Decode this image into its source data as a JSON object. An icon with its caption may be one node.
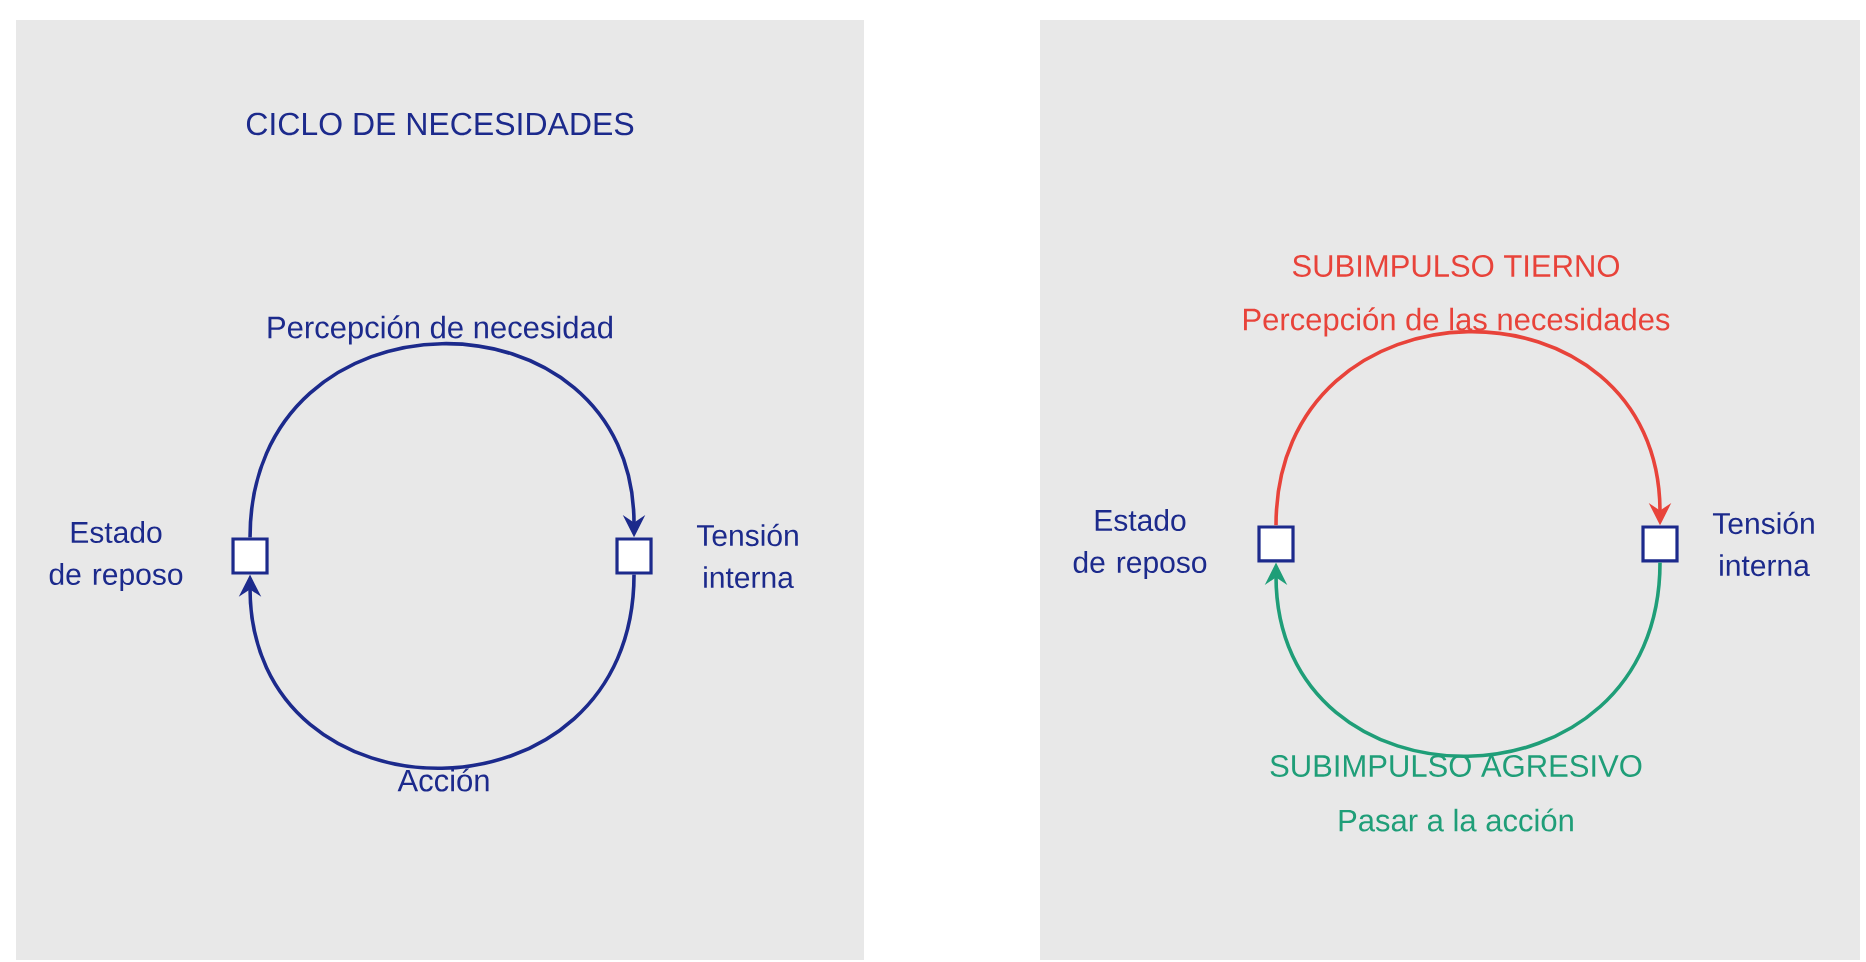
{
  "diagram": {
    "nodes": [
      {
        "text": [
          "CICLO DE NECESIDADES"
        ]
      },
      {
        "text": [],
        "shape": "box",
        "in": 0,
        "beside": [
          "Estado de reposo"
        ]
      },
      {
        "text": [],
        "shape": "box",
        "in": 0,
        "beside": [
          "Tensión interna"
        ]
      },
      {
        "text": [],
        "shape": "box"
      },
      {
        "text": [],
        "shape": "box",
        "in": 3,
        "beside": [
          "Estado de reposo"
        ]
      },
      {
        "text": [],
        "shape": "box",
        "in": 3,
        "beside": [
          "Tensión interna"
        ]
      }
    ],
    "edges": [
      {
        "from": 1,
        "to": 2,
        "arrow": "to",
        "label": "Percepción de necesidad",
        "color": "#1c2a8c"
      },
      {
        "from": 2,
        "to": 1,
        "arrow": "to",
        "label": "Acción",
        "color": "#1c2a8c"
      },
      {
        "from": 4,
        "to": 5,
        "arrow": "to",
        "label": "Percepción de las necesidades",
        "color": "#e8433a"
      },
      {
        "from": 5,
        "to": 4,
        "arrow": "to",
        "label": "Pasar a la acción",
        "color": "#1f9e78"
      }
    ],
    "labels": [
      "SUBIMPULSO TIERNO",
      "SUBIMPULSO AGRESIVO"
    ]
  }
}
